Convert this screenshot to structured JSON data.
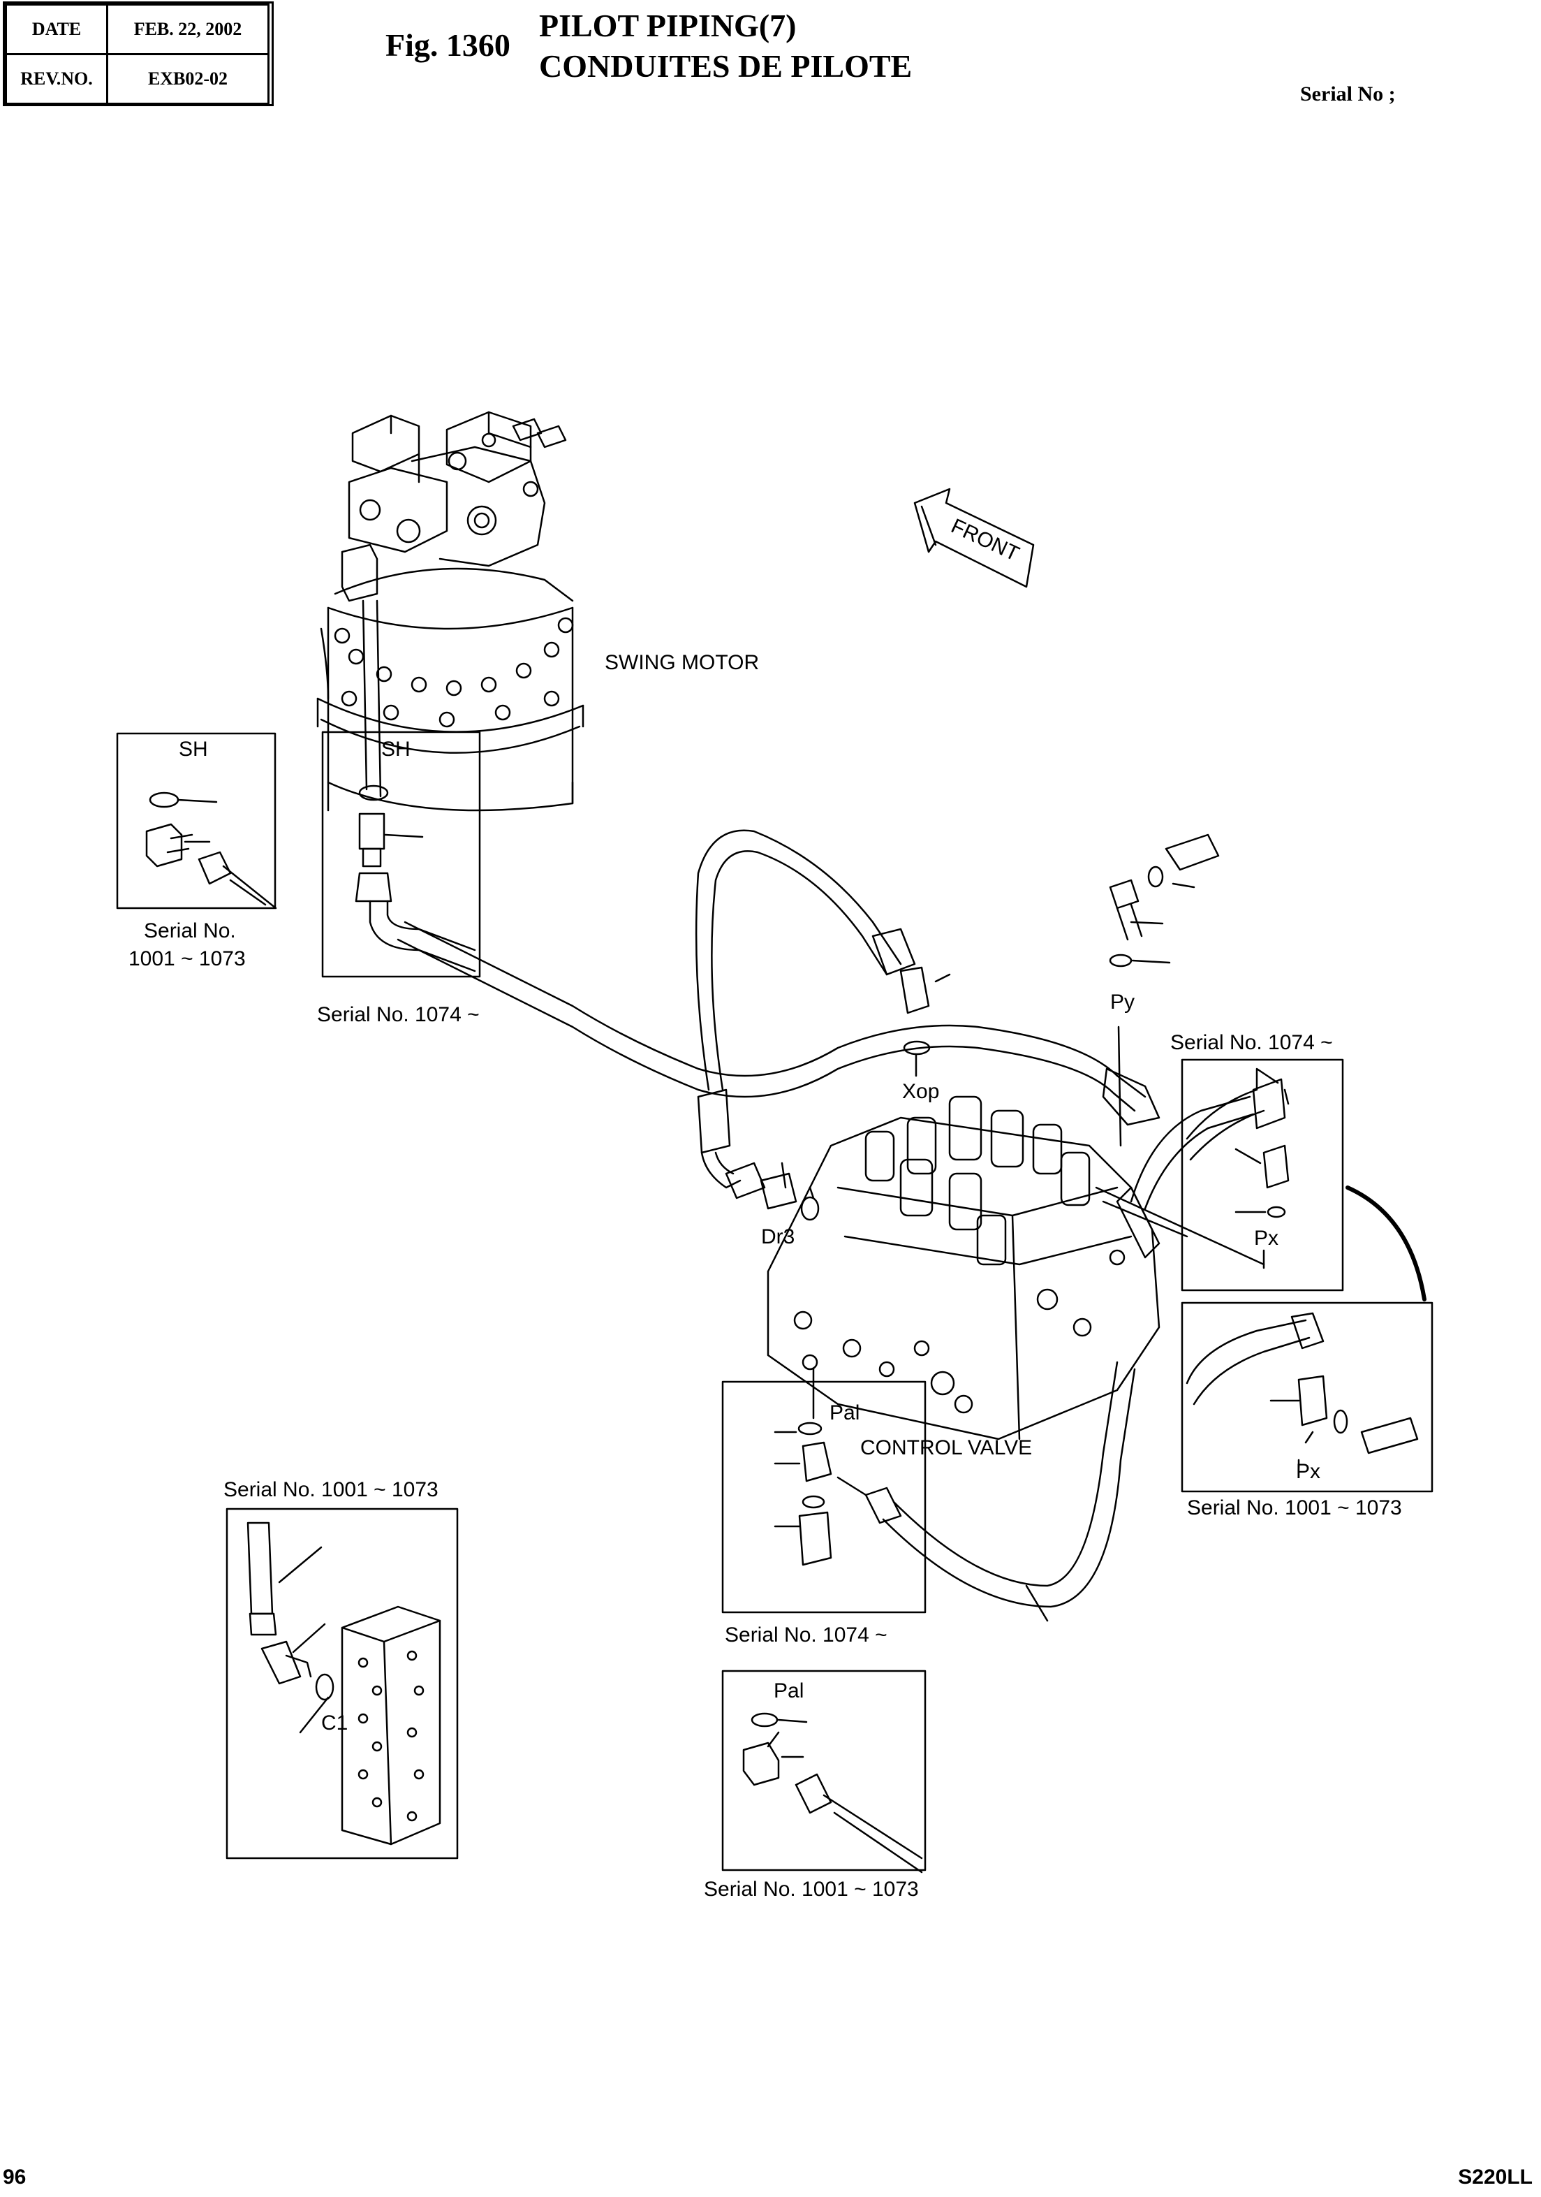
{
  "header": {
    "date_label": "DATE",
    "date_value": "FEB. 22, 2002",
    "rev_label": "REV.NO.",
    "rev_value": "EXB02-02",
    "fig_number": "Fig. 1360",
    "title_en": "PILOT PIPING(7)",
    "title_fr": "CONDUITES DE PILOTE",
    "serial_label": "Serial No ;"
  },
  "footer": {
    "page_number": "96",
    "model": "S220LL"
  },
  "labels": {
    "swing_motor": "SWING MOTOR",
    "control_valve": "CONTROL VALVE",
    "front": "FRONT",
    "sh_1": "SH",
    "sh_2": "SH",
    "xop": "Xop",
    "dr3": "Dr3",
    "py": "Py",
    "px_1": "Px",
    "px_2": "Px",
    "pal_1": "Pal",
    "pal_2": "Pal",
    "c1": "C1"
  },
  "serial_captions": {
    "sh_old_1": "Serial No.",
    "sh_old_2": "1001 ~ 1073",
    "sh_new": "Serial No. 1074 ~",
    "px_new": "Serial No. 1074 ~",
    "px_old": "Serial No. 1001 ~ 1073",
    "c1_old": "Serial No. 1001 ~ 1073",
    "pal_new": "Serial No. 1074 ~",
    "pal_old": "Serial No. 1001 ~ 1073"
  }
}
